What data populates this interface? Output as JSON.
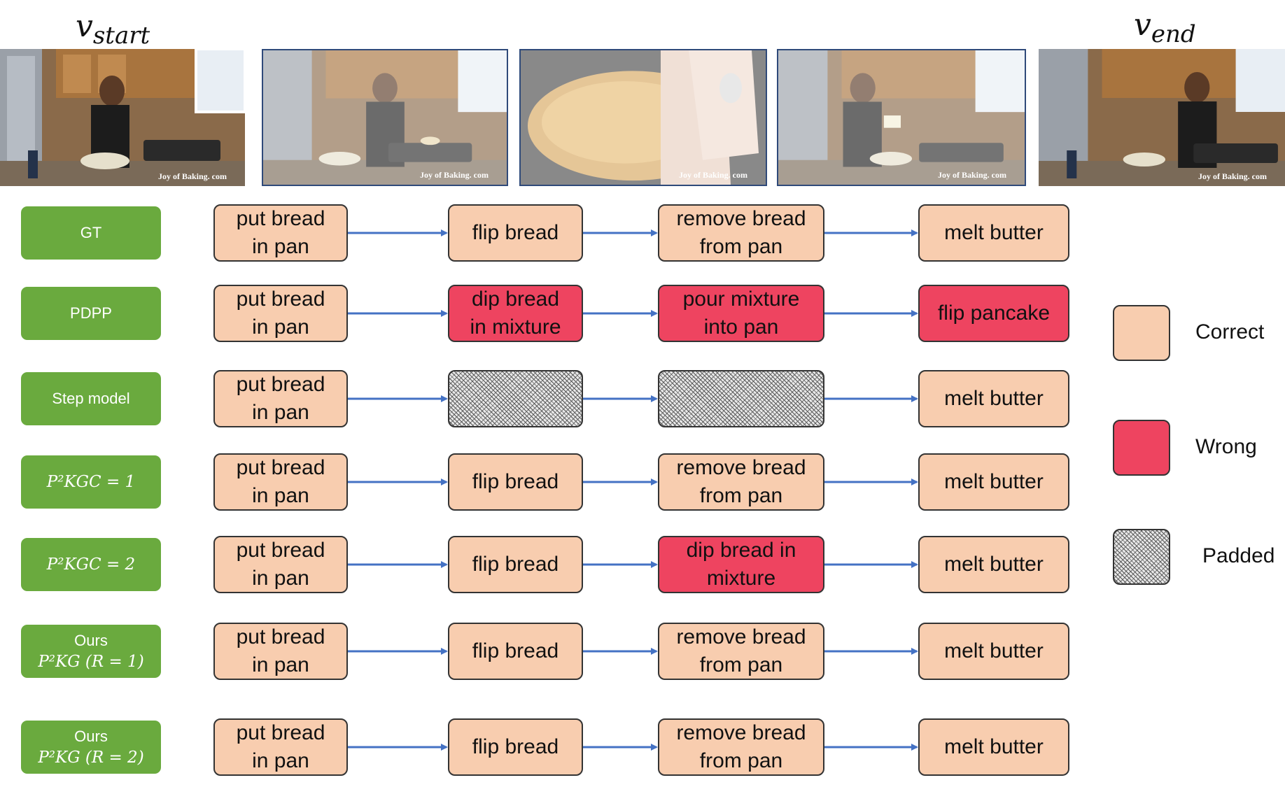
{
  "frames": {
    "start_label": "v",
    "start_sub": "start",
    "end_label": "v",
    "end_sub": "end",
    "watermark": "Joy of Baking. com"
  },
  "legend": [
    {
      "label": "Correct",
      "status": "correct"
    },
    {
      "label": "Wrong",
      "status": "wrong"
    },
    {
      "label": "Padded",
      "status": "padded"
    }
  ],
  "colors": {
    "method_bg": "#6aaa3e",
    "correct": "#f8cdaf",
    "wrong": "#ee4460",
    "arrow": "#4472c4"
  },
  "rows": [
    {
      "method": "GT",
      "steps": [
        {
          "text": "put bread\nin pan",
          "status": "correct"
        },
        {
          "text": "flip bread",
          "status": "correct"
        },
        {
          "text": "remove bread\nfrom pan",
          "status": "correct"
        },
        {
          "text": "melt butter",
          "status": "correct"
        }
      ]
    },
    {
      "method": "PDPP",
      "steps": [
        {
          "text": "put bread\nin pan",
          "status": "correct"
        },
        {
          "text": "dip bread\nin mixture",
          "status": "wrong"
        },
        {
          "text": "pour mixture\ninto pan",
          "status": "wrong"
        },
        {
          "text": "flip pancake",
          "status": "wrong"
        }
      ]
    },
    {
      "method": "Step model",
      "steps": [
        {
          "text": "put bread\nin pan",
          "status": "correct"
        },
        {
          "text": "",
          "status": "padded"
        },
        {
          "text": "",
          "status": "padded"
        },
        {
          "text": "melt butter",
          "status": "correct"
        }
      ]
    },
    {
      "method_formula": "P²KGC = 1",
      "steps": [
        {
          "text": "put bread\nin pan",
          "status": "correct"
        },
        {
          "text": "flip bread",
          "status": "correct"
        },
        {
          "text": "remove bread\nfrom pan",
          "status": "correct"
        },
        {
          "text": "melt butter",
          "status": "correct"
        }
      ]
    },
    {
      "method_formula": "P²KGC = 2",
      "steps": [
        {
          "text": "put bread\nin pan",
          "status": "correct"
        },
        {
          "text": "flip bread",
          "status": "correct"
        },
        {
          "text": "dip bread in\nmixture",
          "status": "wrong"
        },
        {
          "text": "melt butter",
          "status": "correct"
        }
      ]
    },
    {
      "method": "Ours",
      "method_formula": "P²KG (R = 1)",
      "steps": [
        {
          "text": "put bread\nin pan",
          "status": "correct"
        },
        {
          "text": "flip bread",
          "status": "correct"
        },
        {
          "text": "remove bread\nfrom pan",
          "status": "correct"
        },
        {
          "text": "melt butter",
          "status": "correct"
        }
      ]
    },
    {
      "method": "Ours",
      "method_formula": "P²KG (R = 2)",
      "steps": [
        {
          "text": "put bread\nin pan",
          "status": "correct"
        },
        {
          "text": "flip bread",
          "status": "correct"
        },
        {
          "text": "remove bread\nfrom pan",
          "status": "correct"
        },
        {
          "text": "melt butter",
          "status": "correct"
        }
      ]
    }
  ]
}
